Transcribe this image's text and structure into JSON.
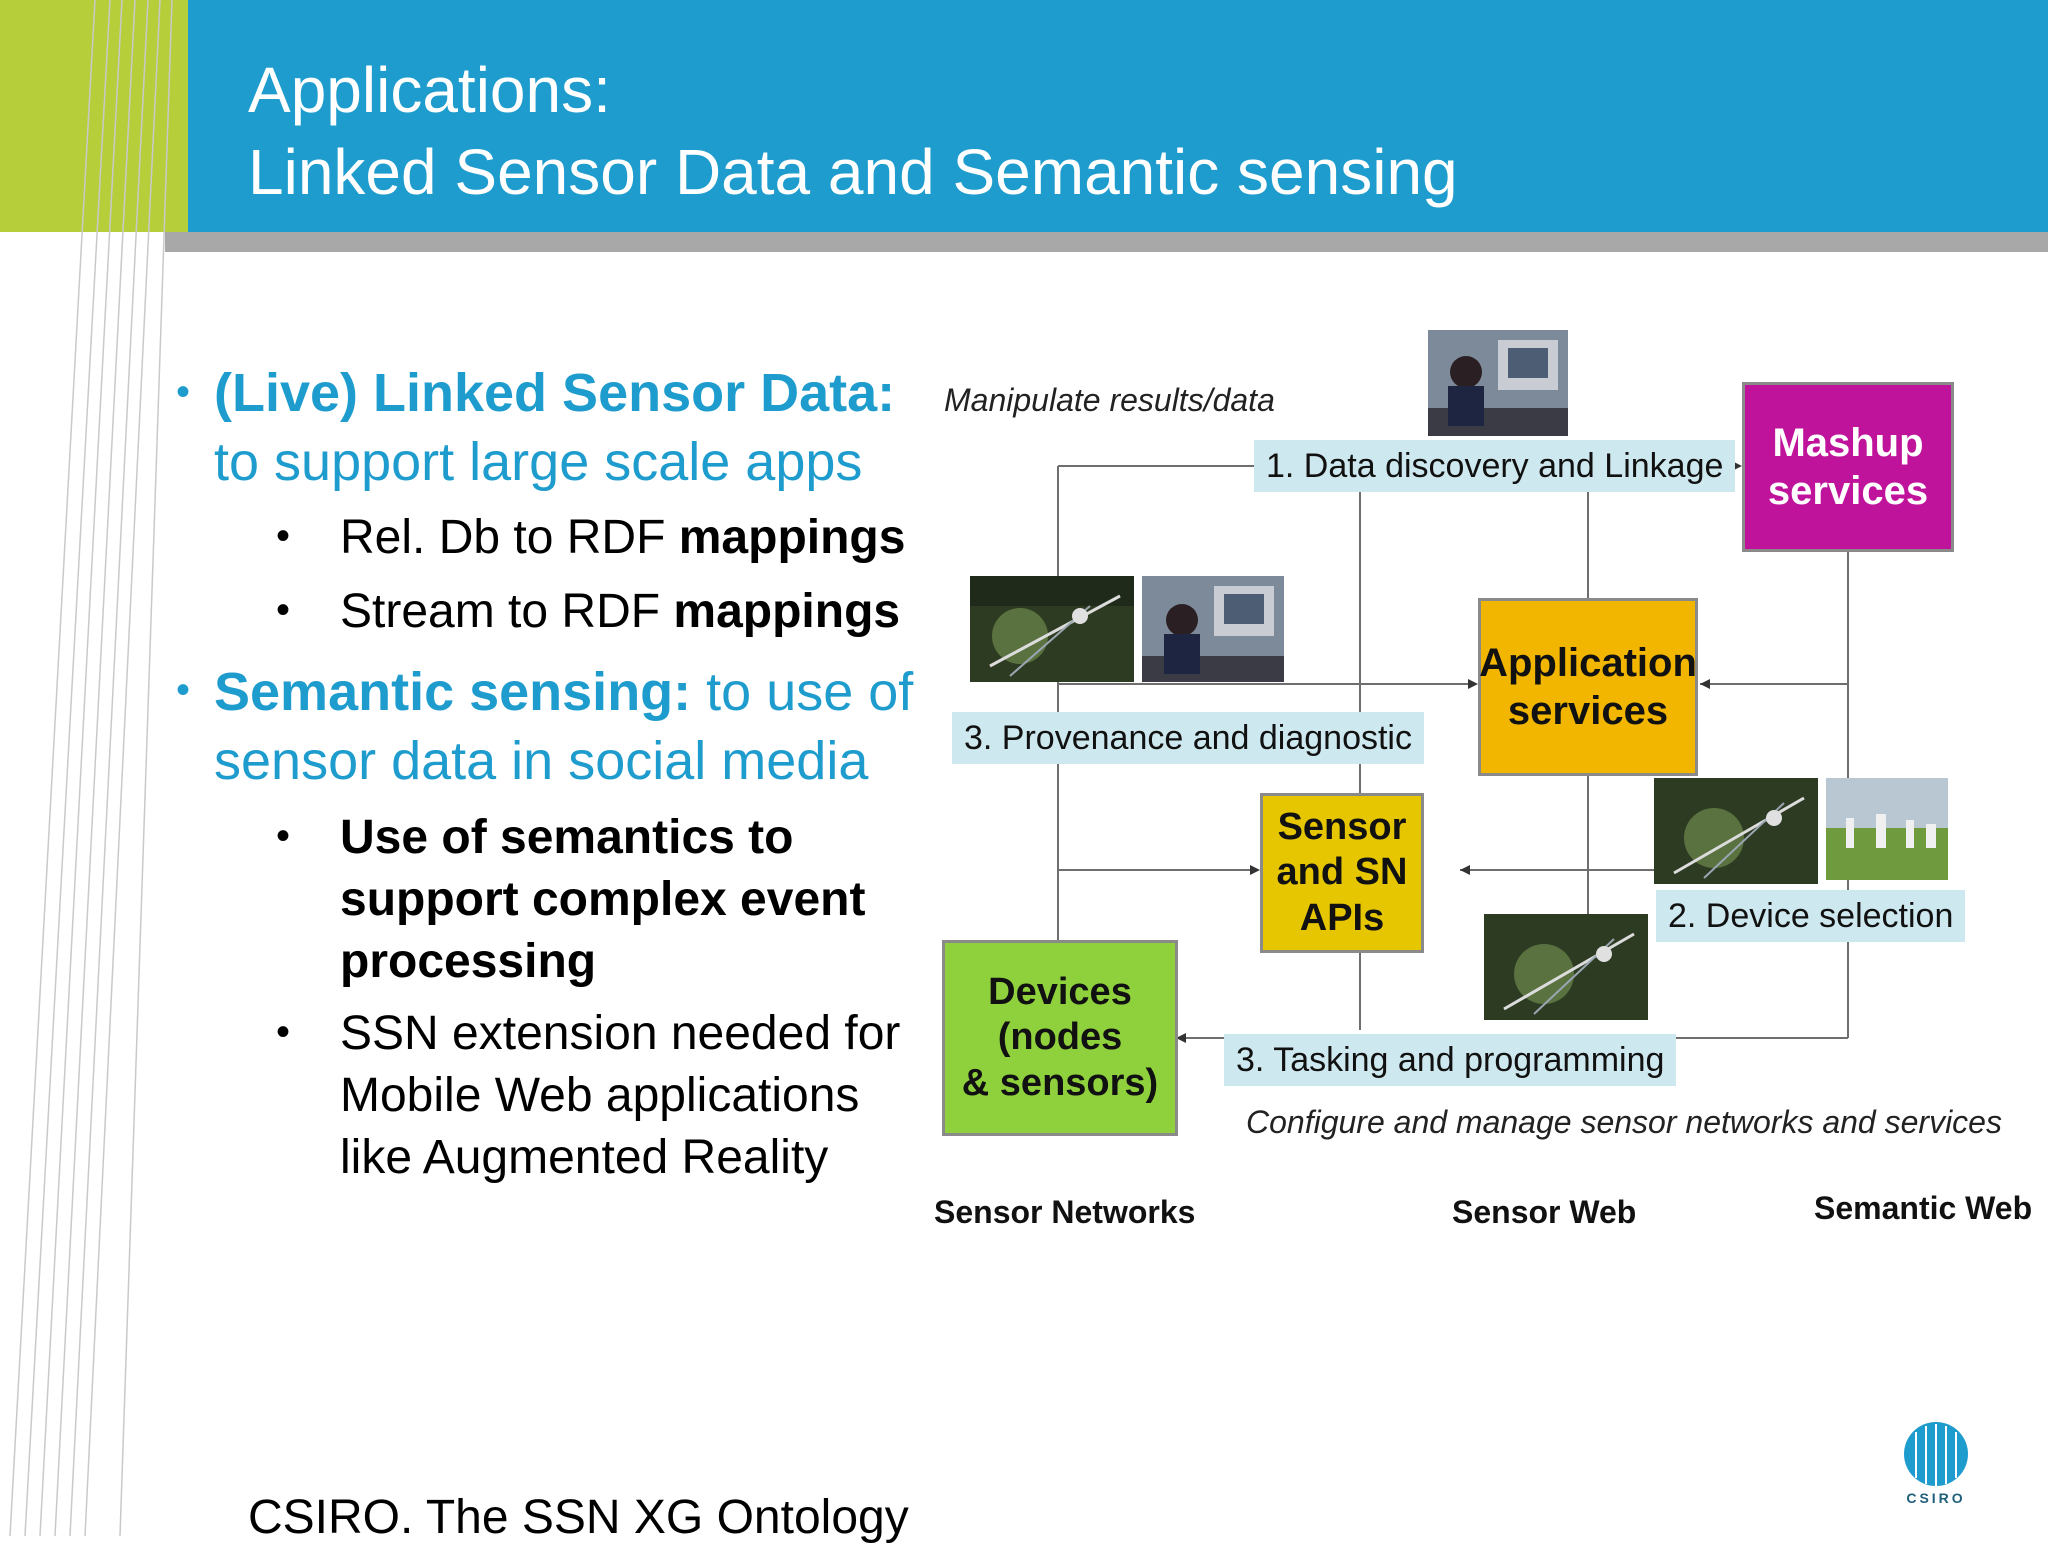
{
  "slide": {
    "title_line1": "Applications:",
    "title_line2": "Linked Sensor Data and Semantic sensing",
    "footer": "CSIRO. The SSN XG Ontology"
  },
  "bullets": [
    {
      "bold_part": "(Live) Linked Sensor Data:",
      "rest_part": "to support large scale apps",
      "sub": [
        {
          "normal": "Rel. Db to RDF ",
          "bold": "mappings"
        },
        {
          "normal": "Stream to RDF ",
          "bold": "mappings"
        }
      ]
    },
    {
      "bold_part": "Semantic sensing:",
      "rest_part_line1": "to use of",
      "rest_part_line2": "sensor data in social media",
      "sub": [
        {
          "bold_lines": [
            "Use of semantics to",
            "support complex event",
            "processing"
          ]
        },
        {
          "lines": [
            "SSN extension needed for",
            "Mobile Web applications",
            "like Augmented Reality"
          ]
        }
      ]
    }
  ],
  "diagram": {
    "note_top": "Manipulate results/data",
    "note_bottom": "Configure and manage sensor networks and services",
    "boxes": {
      "mashup": [
        "Mashup",
        "services"
      ],
      "application": [
        "Application",
        "services"
      ],
      "sensor_apis": [
        "Sensor",
        "and SN",
        "APIs"
      ],
      "devices": [
        "Devices",
        "(nodes",
        "& sensors)"
      ]
    },
    "labels": {
      "data_discovery": "1. Data discovery and Linkage",
      "provenance": "3. Provenance and diagnostic",
      "device_selection": "2. Device selection",
      "tasking": "3. Tasking and programming"
    },
    "layers": [
      "Sensor Networks",
      "Sensor Web",
      "Semantic Web"
    ],
    "colors": {
      "mashup": "#c0139c",
      "application": "#f2b600",
      "sensor_apis": "#e5c600",
      "devices": "#8fd13c",
      "label_bg": "#cde8ee",
      "header": "#1e9ccd",
      "accent_green": "#b6ce3a"
    }
  },
  "logo": {
    "text": "CSIRO"
  }
}
